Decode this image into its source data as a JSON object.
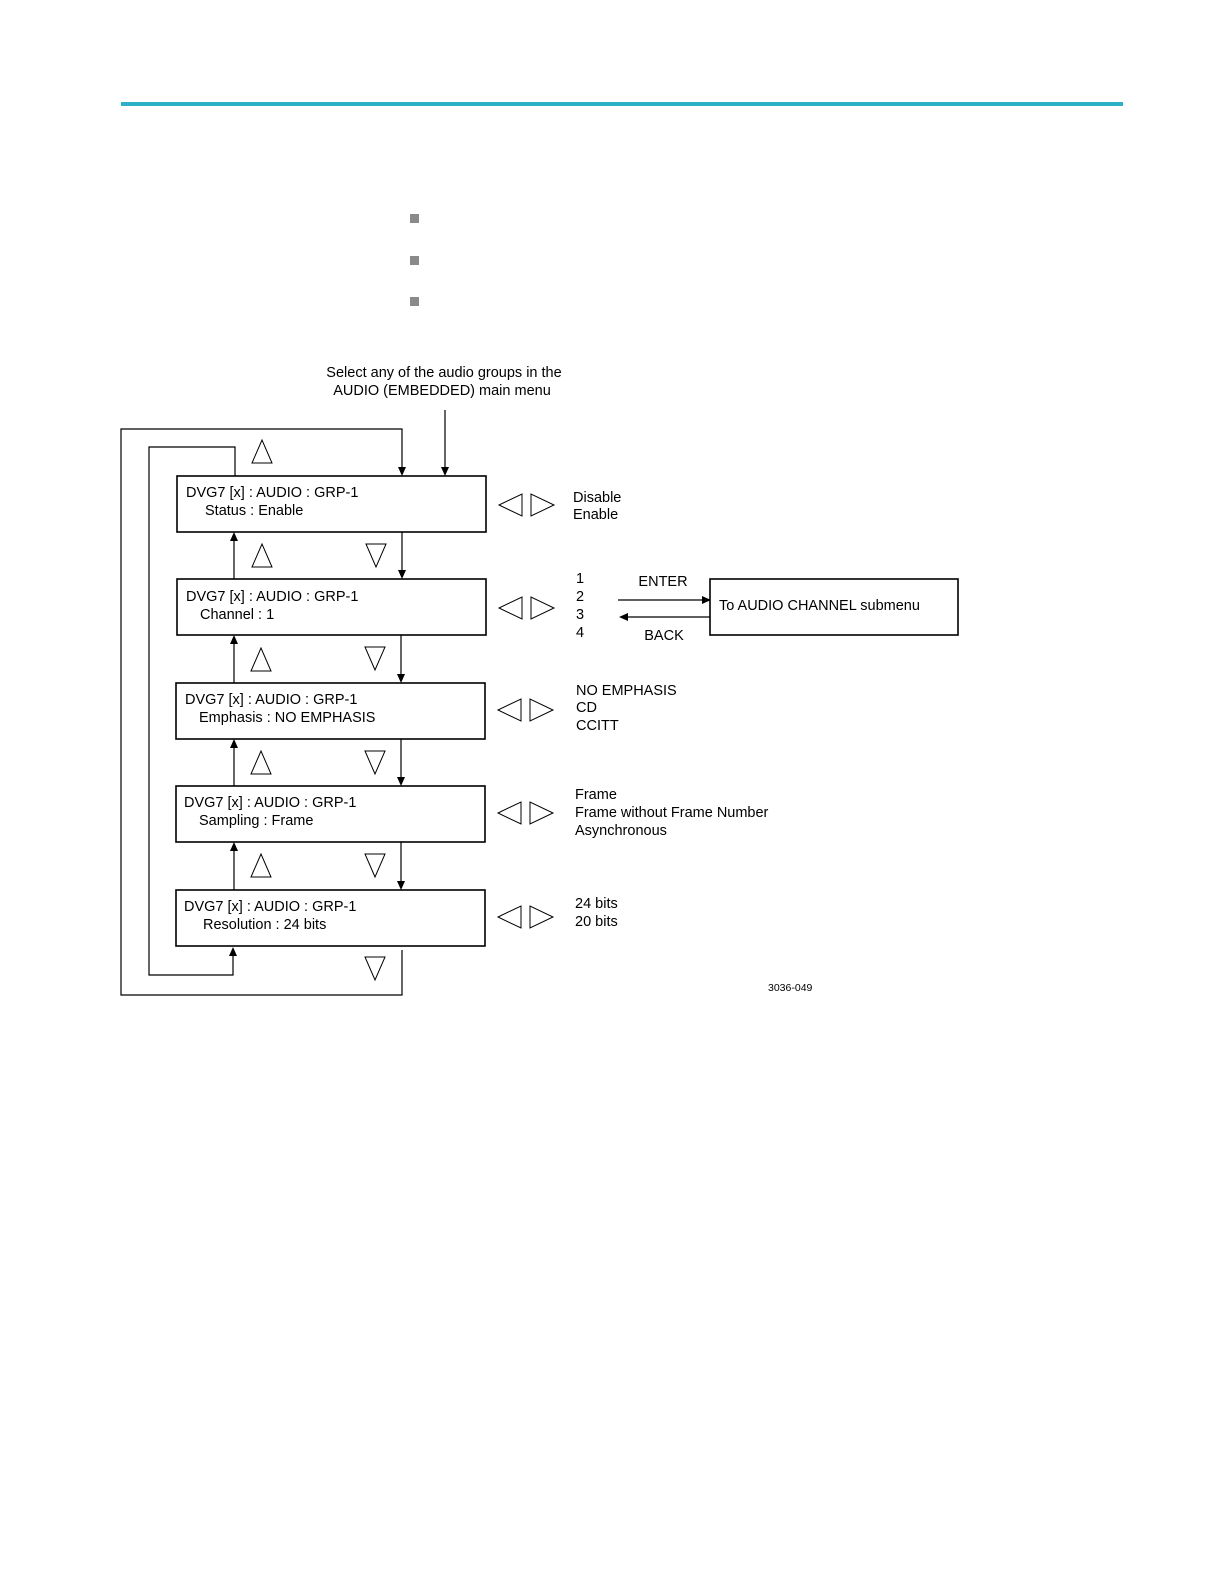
{
  "caption": {
    "line1": "Select any of the audio groups in the",
    "line2": "AUDIO (EMBEDDED) main menu"
  },
  "menu_items": [
    {
      "title": "DVG7 [x] : AUDIO : GRP-1",
      "setting": "Status : Enable",
      "options": [
        "Disable",
        "Enable"
      ]
    },
    {
      "title": "DVG7 [x] : AUDIO : GRP-1",
      "setting": "Channel : 1",
      "options": [
        "1",
        "2",
        "3",
        "4"
      ]
    },
    {
      "title": "DVG7 [x] : AUDIO : GRP-1",
      "setting": "Emphasis : NO EMPHASIS",
      "options": [
        "NO EMPHASIS",
        "CD",
        "CCITT"
      ]
    },
    {
      "title": "DVG7 [x] : AUDIO : GRP-1",
      "setting": "Sampling : Frame",
      "options": [
        "Frame",
        "Frame without Frame Number",
        "Asynchronous"
      ]
    },
    {
      "title": "DVG7 [x] : AUDIO : GRP-1",
      "setting": "Resolution : 24 bits",
      "options": [
        "24 bits",
        "20 bits"
      ]
    }
  ],
  "channel_submenu": {
    "label": "To AUDIO CHANNEL submenu",
    "enter_label": "ENTER",
    "back_label": "BACK"
  },
  "figure_id": "3036-049",
  "colors": {
    "header_rule": "#2bb0c6",
    "bullet": "#8a8a8a"
  }
}
